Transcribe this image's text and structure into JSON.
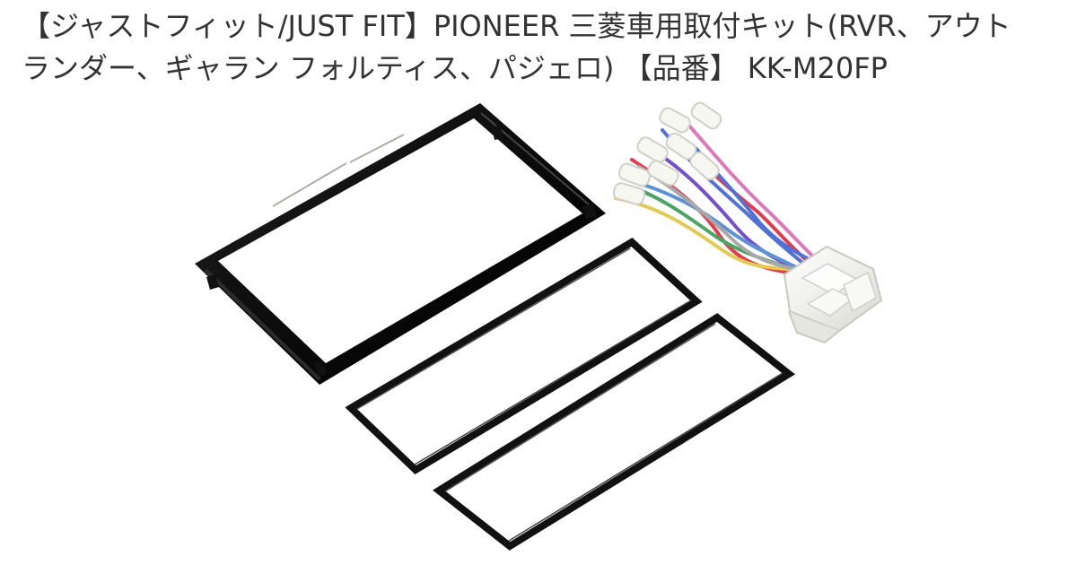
{
  "listing": {
    "title_line_1": "【ジャストフィット/JUST FIT】PIONEER 三菱車用取付キット(RVR、アウト",
    "title_line_2": "ランダー、ギャラン フォルティス、パジェロ) 【品番】 KK-M20FP"
  },
  "product_image": {
    "parts": [
      "large-frame",
      "upper-spacer-plate",
      "lower-spacer-plate",
      "wire-harness"
    ]
  },
  "colors": {
    "frame": "#111111",
    "title_text": "#333333",
    "connector": "#f1f1ee",
    "wire_red": "#e33b4d",
    "wire_purple": "#7550c8",
    "wire_blue": "#5271d6",
    "wire_yellow": "#e2cb55",
    "wire_green": "#4aa462",
    "wire_pink": "#dd78bd"
  }
}
